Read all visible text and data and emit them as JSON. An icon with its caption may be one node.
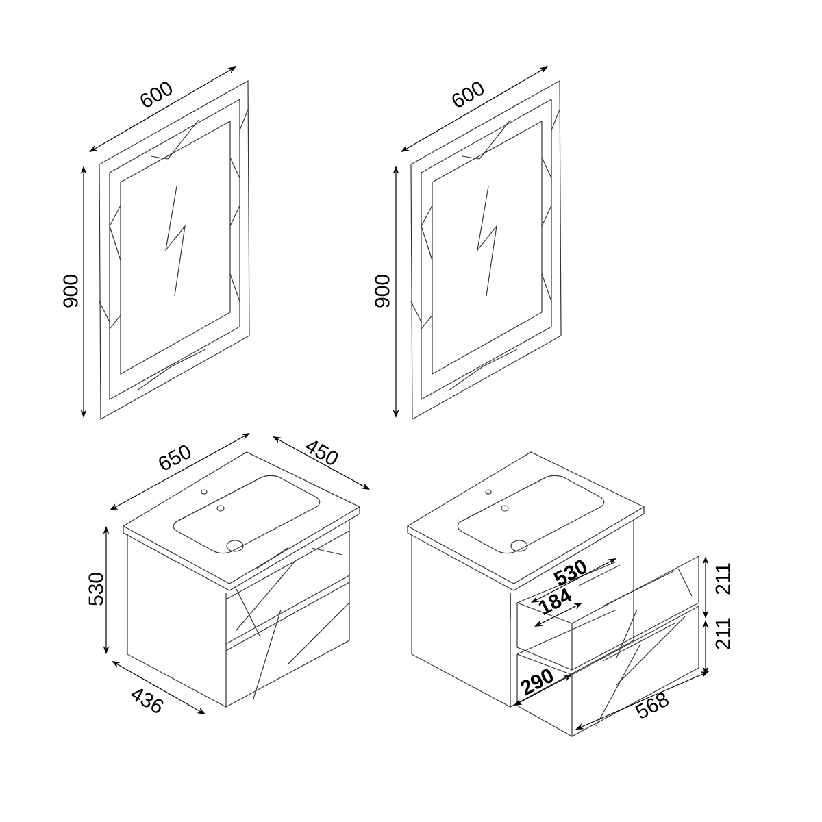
{
  "diagram": {
    "labels": [
      "600",
      "600",
      "900",
      "900",
      "650",
      "450",
      "530",
      "530",
      "211",
      "184",
      "211",
      "436",
      "290",
      "568"
    ]
  }
}
